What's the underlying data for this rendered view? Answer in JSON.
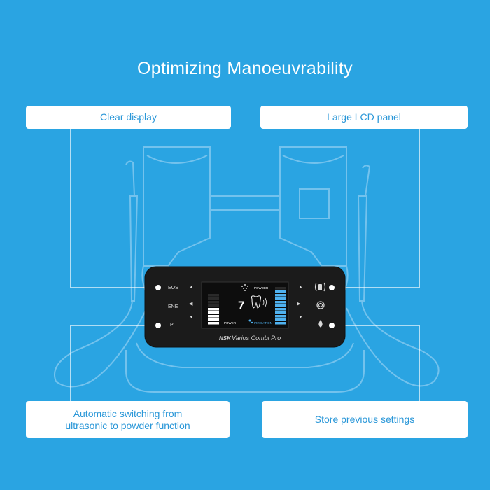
{
  "title": "Optimizing Manoeuvrability",
  "callouts": {
    "clear_display": "Clear display",
    "large_lcd": "Large LCD panel",
    "auto_switch_line1": "Automatic switching from",
    "auto_switch_line2": "ultrasonic to powder function",
    "store_settings": "Store previous settings"
  },
  "device": {
    "left_keys": [
      "EOS",
      "ENE",
      "P"
    ],
    "lcd_powder": "POWDER",
    "lcd_number": "7",
    "lcd_power": "POWER",
    "lcd_irrigation": "IRRIGATION",
    "brand": "NSK",
    "model": "Varios Combi Pro",
    "power_level": 0.6,
    "irrigation_level": 0.9
  },
  "colors": {
    "background": "#2aa4e2",
    "callout_text": "#2a97d8",
    "panel": "#1b1b1b",
    "lcd_blue": "#4fb2f0"
  }
}
